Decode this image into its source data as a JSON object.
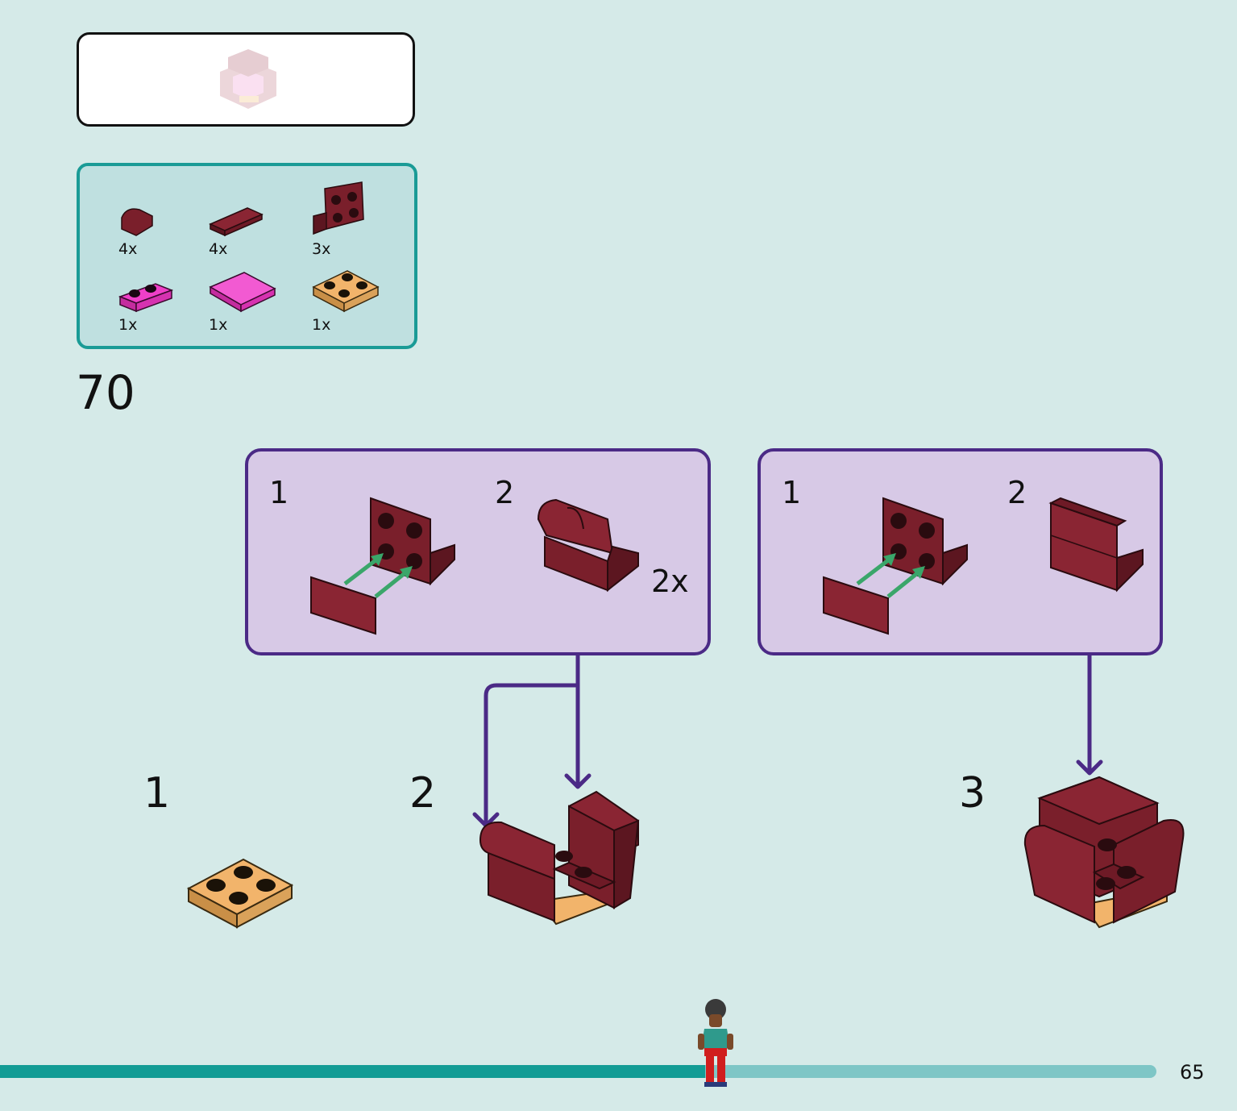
{
  "preview_box": {
    "image": "armchair-preview-faded"
  },
  "parts_list": {
    "items": [
      {
        "name": "dark-red-curved-slope-1x2",
        "qty": "4x",
        "color": "#7a1f2b"
      },
      {
        "name": "dark-red-tile-1x2",
        "qty": "4x",
        "color": "#7a1f2b"
      },
      {
        "name": "dark-red-bracket-2x2",
        "qty": "3x",
        "color": "#7a1f2b"
      },
      {
        "name": "pink-plate-1x2",
        "qty": "1x",
        "color": "#ef3fc8"
      },
      {
        "name": "pink-tile-2x2",
        "qty": "1x",
        "color": "#f25ad2"
      },
      {
        "name": "tan-plate-2x2",
        "qty": "1x",
        "color": "#f2b46b"
      }
    ]
  },
  "step": {
    "number": "70"
  },
  "subassembly_a": {
    "step1": "1",
    "step2": "2",
    "multiplier": "2x"
  },
  "subassembly_b": {
    "step1": "1",
    "step2": "2"
  },
  "main_steps": [
    "1",
    "2",
    "3"
  ],
  "colors": {
    "background": "#d5eae8",
    "accent_purple": "#4b2a86",
    "progress_done": "#129c95",
    "progress_remaining": "#7ec6c6",
    "brick": "#7a1f2b"
  },
  "progress": {
    "fraction": 0.61
  },
  "page_number": "65"
}
